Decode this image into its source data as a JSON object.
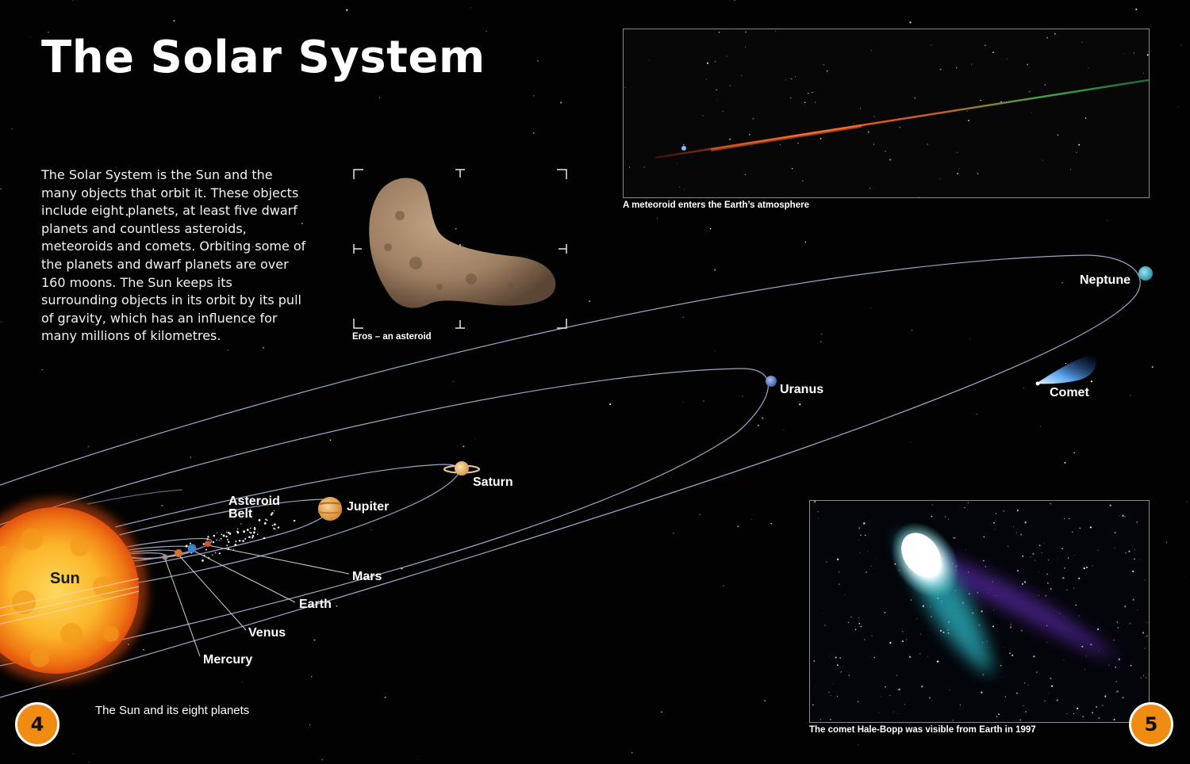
{
  "page": {
    "title": "The Solar System",
    "intro": "The Solar System is the Sun and the many objects that orbit it. These objects include eight planets, at least five dwarf planets and countless asteroids, meteoroids and comets. Orbiting some of the planets and dwarf planets are over 160 moons. The Sun keeps its surrounding objects in its orbit by its pull of gravity, which has an influence for many millions of kilometres."
  },
  "figure": {
    "title": "The Sun and its eight planets",
    "labels": {
      "sun": "Sun",
      "mercury": "Mercury",
      "venus": "Venus",
      "earth": "Earth",
      "mars": "Mars",
      "asteroid_belt": "Asteroid Belt",
      "jupiter": "Jupiter",
      "saturn": "Saturn",
      "uranus": "Uranus",
      "neptune": "Neptune",
      "comet": "Comet"
    }
  },
  "photos": {
    "eros": {
      "caption": "Eros – an asteroid"
    },
    "meteoroid": {
      "caption": "A meteoroid enters the Earth’s atmosphere"
    },
    "hale_bopp": {
      "caption": "The comet Hale-Bopp was visible from Earth in 1997"
    }
  },
  "page_numbers": {
    "left": "4",
    "right": "5"
  },
  "colors": {
    "background": "#020203",
    "orbit_line": "#9aa7c4",
    "page_badge": "#f08c12",
    "sun_core": "#fbb52a",
    "sun_edge": "#e2500e"
  }
}
